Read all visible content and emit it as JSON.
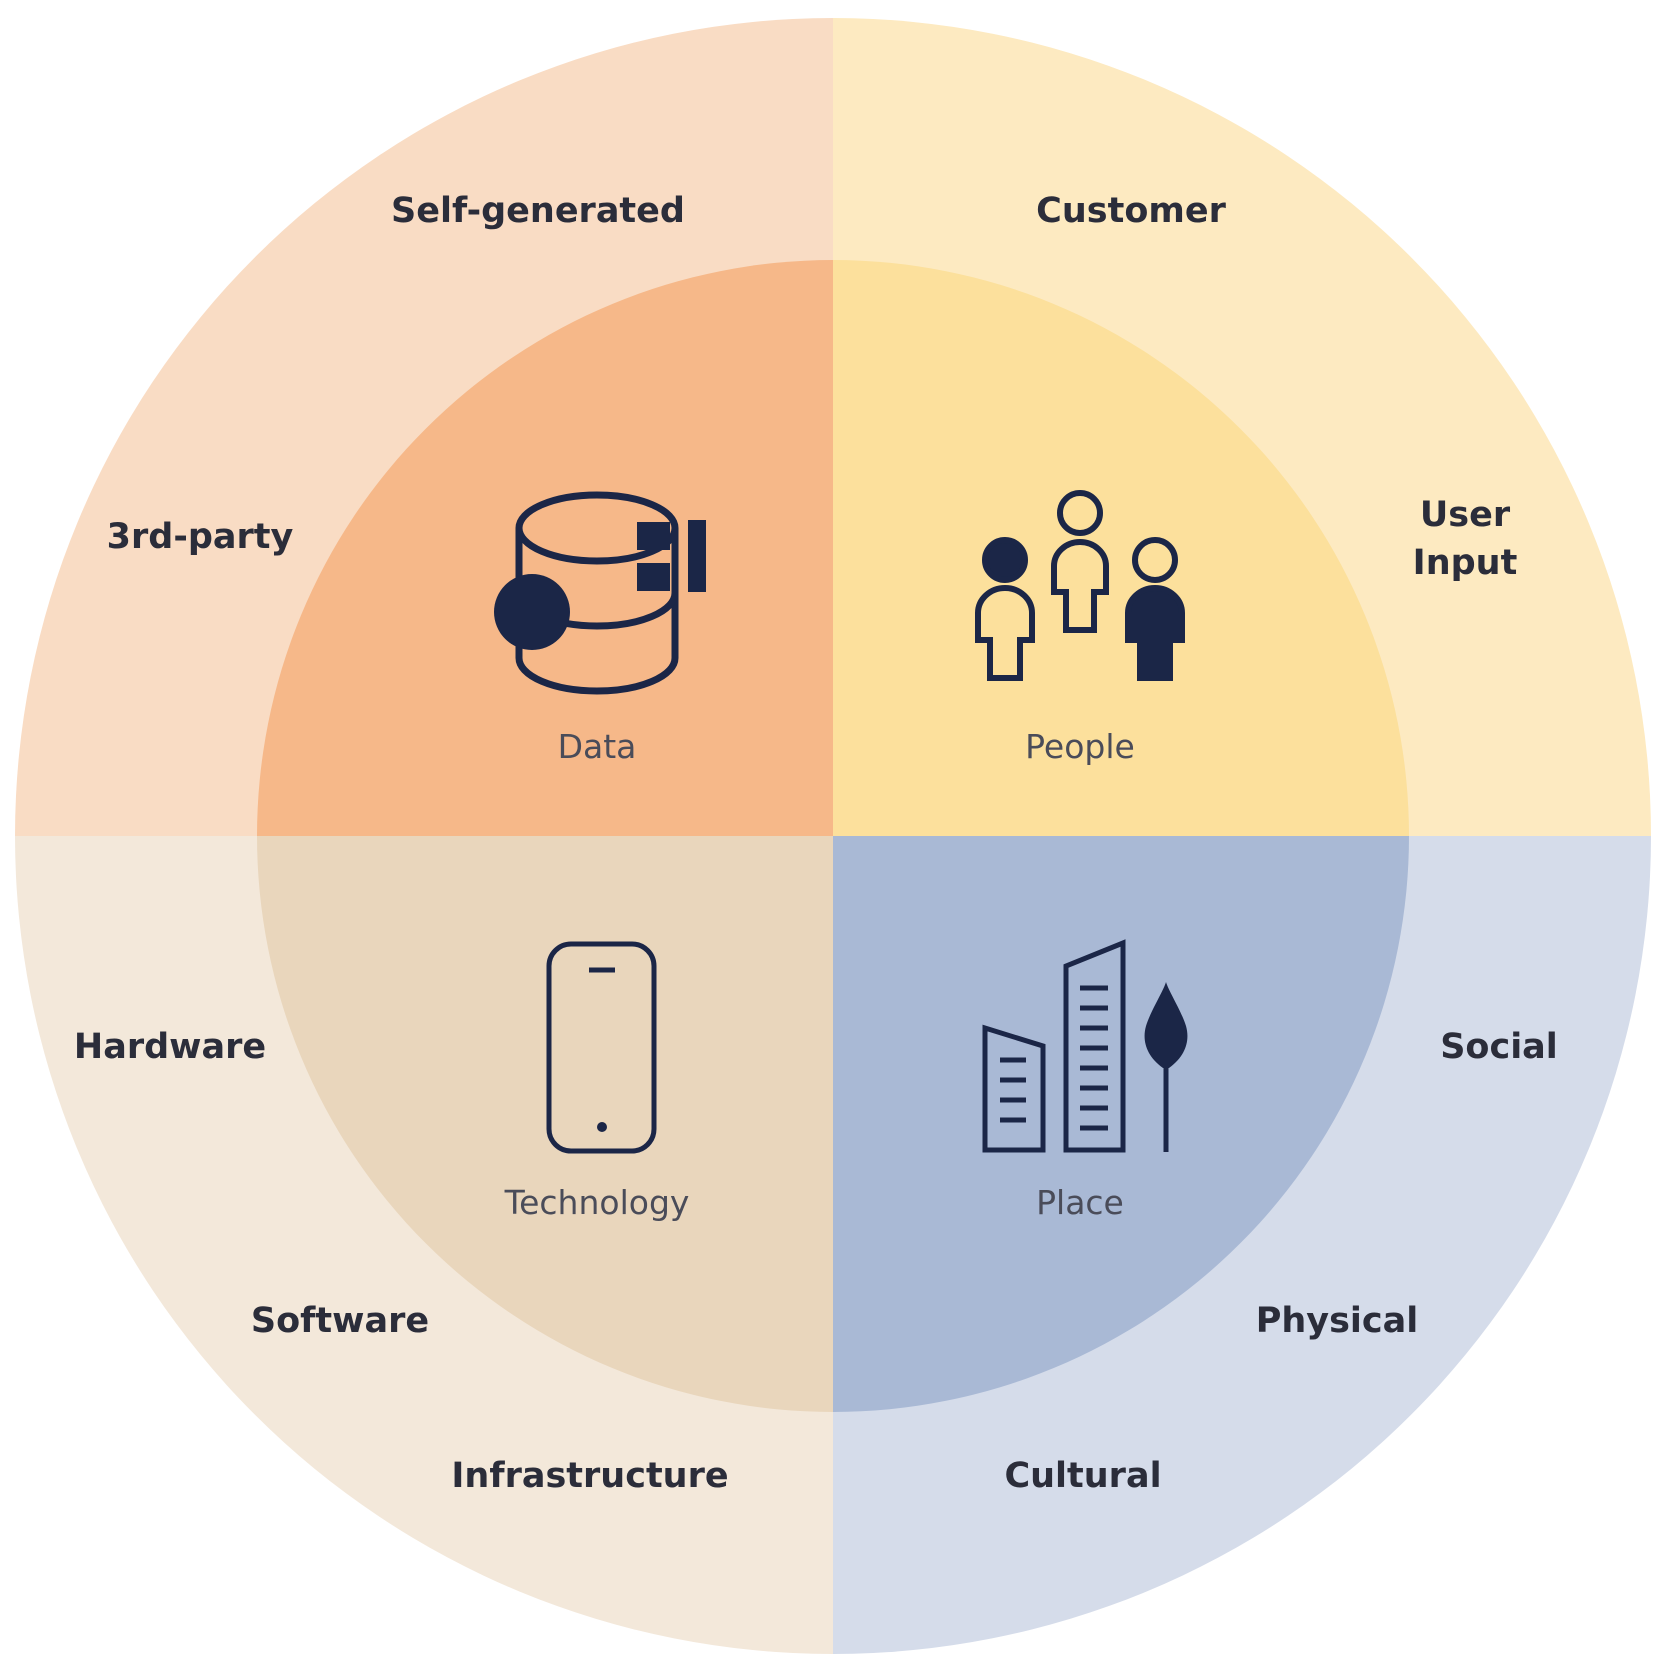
{
  "colors": {
    "data_outer": "#f9dcc4",
    "data_inner": "#f6b889",
    "people_outer": "#fdeac1",
    "people_inner": "#fce09c",
    "technology_outer": "#f3e8da",
    "technology_inner": "#e9d6bc",
    "place_outer": "#d5dcea",
    "place_inner": "#a9b9d5",
    "icon": "#1b2647",
    "label_text": "#2b2d3a"
  },
  "quadrants": {
    "data": {
      "label": "Data",
      "icon": "database-icon",
      "outer_items": [
        "Self-generated",
        "3rd-party"
      ]
    },
    "people": {
      "label": "People",
      "icon": "people-icon",
      "outer_items": [
        "Customer",
        "User",
        "Input"
      ]
    },
    "technology": {
      "label": "Technology",
      "icon": "smartphone-icon",
      "outer_items": [
        "Hardware",
        "Software",
        "Infrastructure"
      ]
    },
    "place": {
      "label": "Place",
      "icon": "buildings-tree-icon",
      "outer_items": [
        "Social",
        "Physical",
        "Cultural"
      ]
    }
  }
}
